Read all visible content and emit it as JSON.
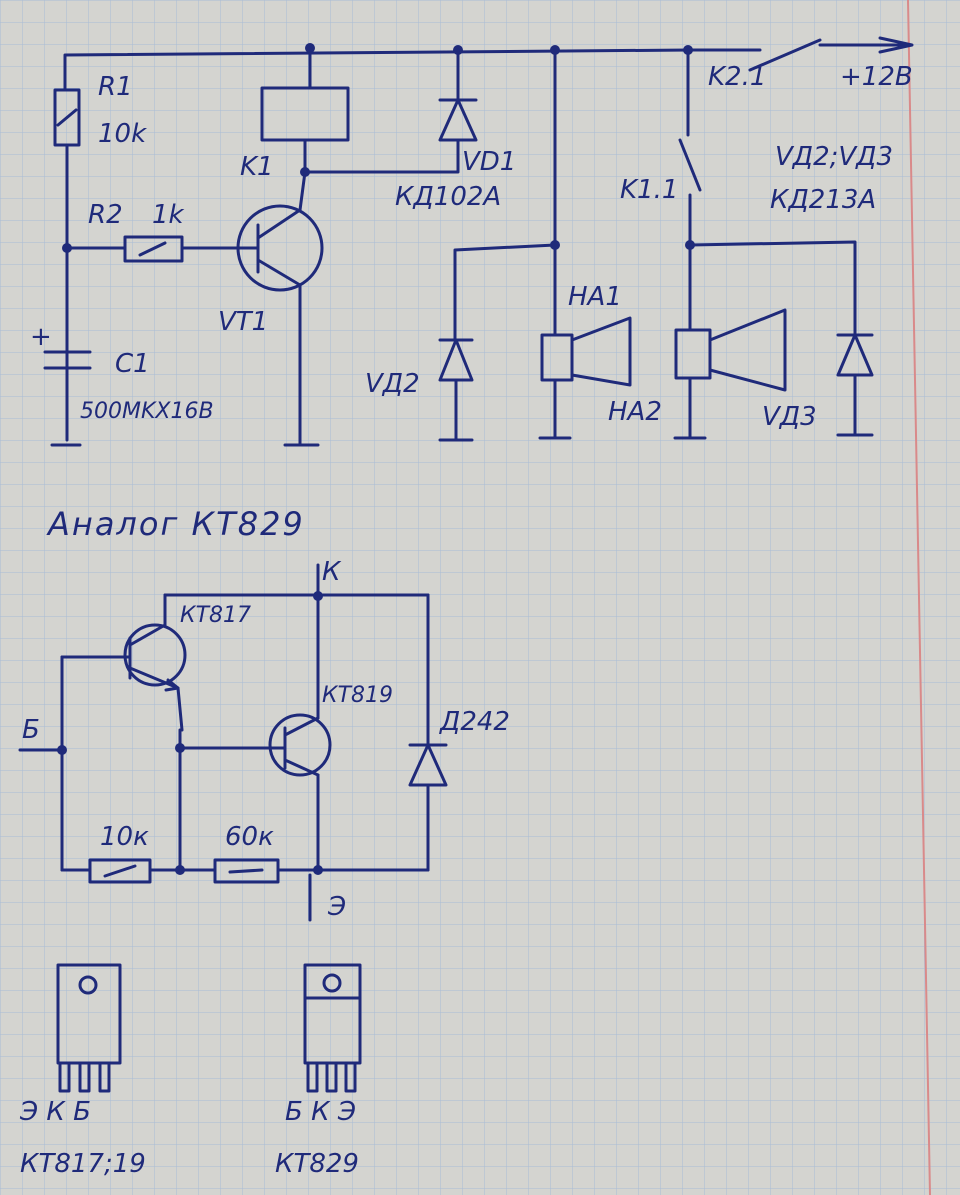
{
  "colors": {
    "paper": "#d4d4d0",
    "grid": "#9fb3cf",
    "ink": "#1f2a7a",
    "margin": "#d98a8a"
  },
  "circuit1": {
    "r1": "R1",
    "r1_val": "10k",
    "r2": "R2",
    "r2_val": "1k",
    "c1": "C1",
    "c1_val": "500MKX16B",
    "c1_plus": "+",
    "k1": "K1",
    "vt1": "VT1",
    "vd1": "VD1",
    "vd1_type": "КД102A",
    "k21": "K2.1",
    "supply": "+12B",
    "k11": "K1.1",
    "vd23": "VД2;VД3",
    "vd23_type": "КД213A",
    "ha1": "HA1",
    "ha2": "HA2",
    "vd2": "VД2",
    "vd3": "VД3"
  },
  "circuit2": {
    "title": "Аналог КТ829",
    "k": "К",
    "kt817": "КТ817",
    "kt819": "КТ819",
    "b": "Б",
    "d242": "Д242",
    "r10": "10к",
    "r60": "60к",
    "e": "Э"
  },
  "packages": [
    {
      "pins": "Э  К  Б",
      "name": "КТ817;19"
    },
    {
      "pins": "Б К Э",
      "name": "КТ829"
    }
  ]
}
